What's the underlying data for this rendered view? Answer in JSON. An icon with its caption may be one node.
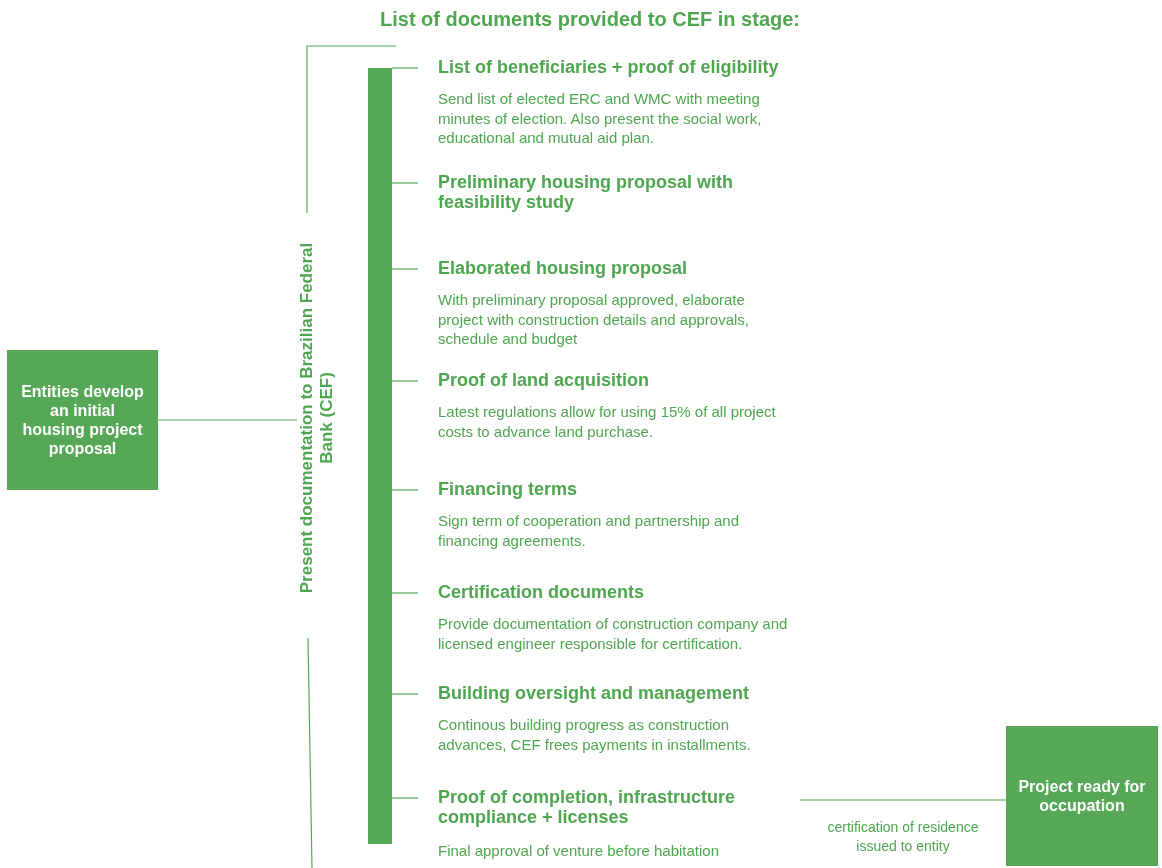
{
  "diagram": {
    "title": "List of documents provided to CEF in stage:",
    "nodes": [
      {
        "text": [
          "Entities develop an initial housing project proposal"
        ]
      },
      {
        "text": [
          "Present documentation to Brazilian Federal Bank (CEF)"
        ]
      },
      {
        "text": [],
        "shape": "bar"
      },
      {
        "text": [
          "List of beneficiaries + proof of eligibility",
          "Send list of elected ERC and WMC with meeting minutes of election. Also present the social work, educational and mutual aid plan."
        ]
      },
      {
        "text": [
          "Preliminary housing proposal with feasibility study"
        ]
      },
      {
        "text": [
          "Elaborated housing proposal",
          "With preliminary proposal approved, elaborate project with construction details and approvals, schedule and budget"
        ]
      },
      {
        "text": [
          "Proof of land acquisition",
          "Latest regulations allow for using 15% of all project costs to advance land purchase."
        ]
      },
      {
        "text": [
          "Financing terms",
          "Sign term of cooperation and partnership and financing agreements."
        ]
      },
      {
        "text": [
          "Certification documents",
          "Provide documentation of construction company and licensed engineer responsible for certification."
        ]
      },
      {
        "text": [
          "Building oversight and management",
          "Continous building progress as construction advances, CEF frees payments in installments."
        ]
      },
      {
        "text": [
          "Proof of completion, infrastructure compliance + licenses",
          "Final approval of venture before habitation"
        ]
      },
      {
        "text": [
          "Project ready for occupation"
        ]
      }
    ],
    "edges": [
      {
        "from": 0,
        "to": 1,
        "arrow": "none"
      },
      {
        "from": 2,
        "to": 3,
        "arrow": "none"
      },
      {
        "from": 2,
        "to": 4,
        "arrow": "none"
      },
      {
        "from": 2,
        "to": 5,
        "arrow": "none"
      },
      {
        "from": 2,
        "to": 6,
        "arrow": "none"
      },
      {
        "from": 2,
        "to": 7,
        "arrow": "none"
      },
      {
        "from": 2,
        "to": 8,
        "arrow": "none"
      },
      {
        "from": 2,
        "to": 9,
        "arrow": "none"
      },
      {
        "from": 2,
        "to": 10,
        "arrow": "none"
      },
      {
        "from": 10,
        "to": 11,
        "arrow": "none",
        "label": "certification of residence issued to entity"
      }
    ]
  }
}
